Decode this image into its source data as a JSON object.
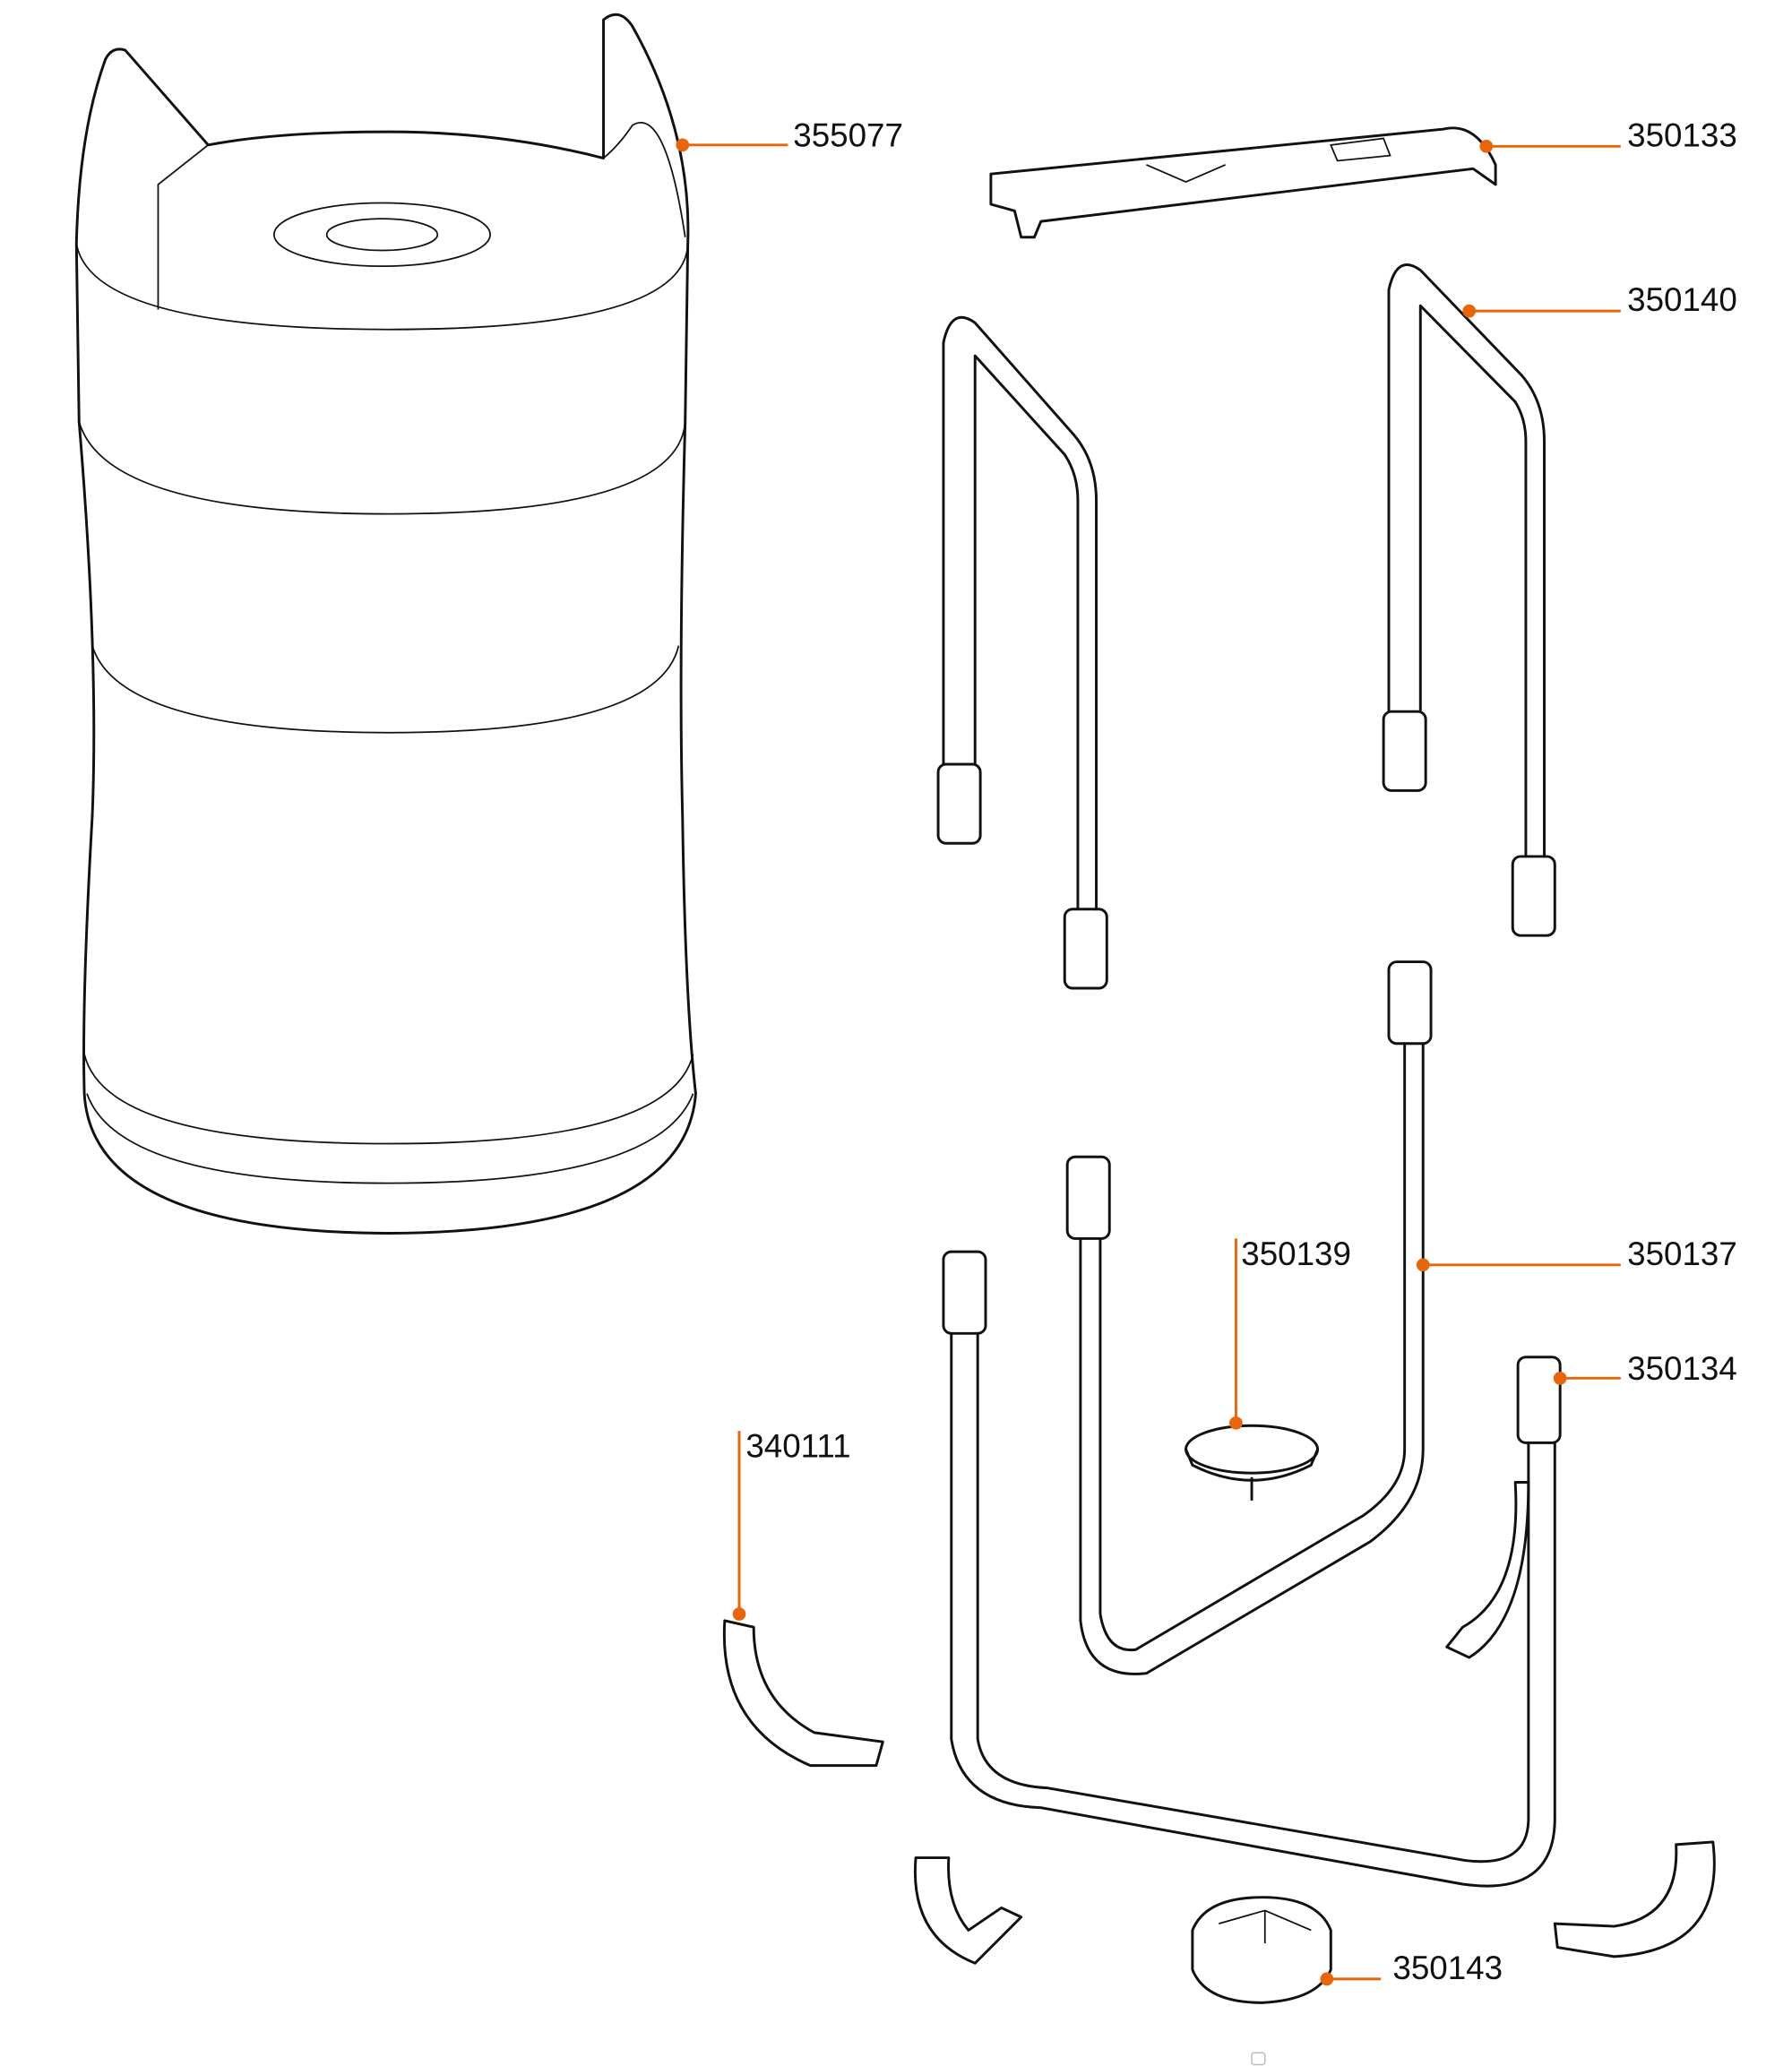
{
  "diagram": {
    "accent_color": "#e8650a",
    "parts": [
      {
        "id": "355077"
      },
      {
        "id": "350133"
      },
      {
        "id": "350140"
      },
      {
        "id": "350137"
      },
      {
        "id": "350139"
      },
      {
        "id": "350134"
      },
      {
        "id": "340111"
      },
      {
        "id": "350143"
      }
    ]
  }
}
